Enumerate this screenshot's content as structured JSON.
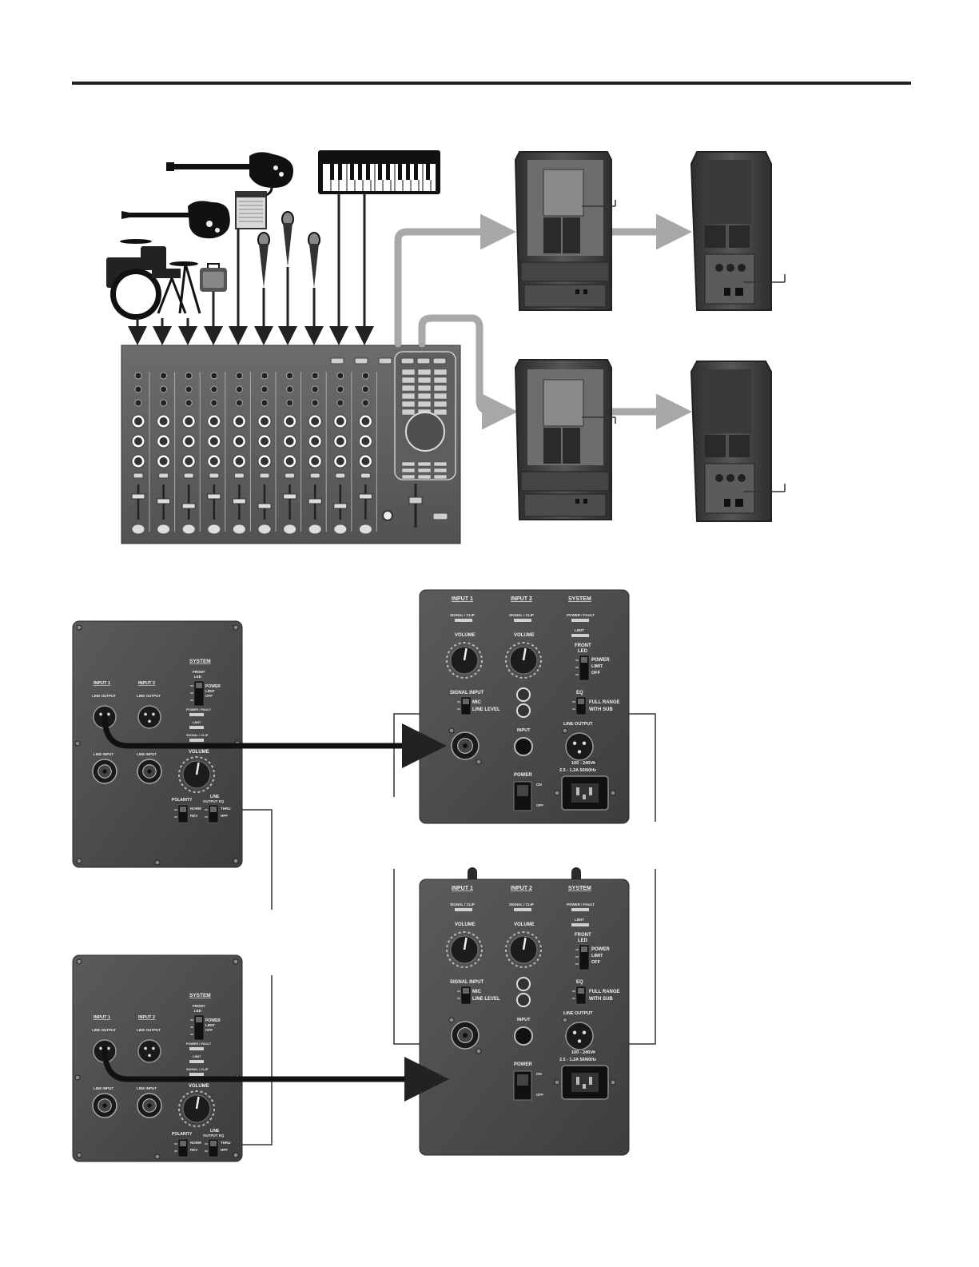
{
  "colors": {
    "panel": "#4f5052",
    "panel_dark": "#2a2a2b",
    "cable": "#111111",
    "signal_route": "#a8a8a8",
    "connector_line": "#333333"
  },
  "subwoofer_panel": {
    "system_title": "SYSTEM",
    "input1_title": "INPUT 1",
    "input2_title": "INPUT 2",
    "front_led_l1": "FRONT",
    "front_led_l2": "LED",
    "led_power": "POWER",
    "led_limit": "LIMIT",
    "led_off": "OFF",
    "line_output": "LINE OUTPUT",
    "line_input": "LINE INPUT",
    "power_fault": "POWER / FAULT",
    "limit": "LIMIT",
    "signal_clip": "SIGNAL / CLIP",
    "volume": "VOLUME",
    "polarity": "POLARITY",
    "norm": "NORM",
    "rev": "REV",
    "line_output_eq_l1": "LINE",
    "line_output_eq_l2": "OUTPUT EQ",
    "thru": "THRU",
    "hpf": "HPF"
  },
  "speaker_panel": {
    "input1_title": "INPUT 1",
    "input2_title": "INPUT 2",
    "system_title": "SYSTEM",
    "signal_clip": "SIGNAL / CLIP",
    "power_fault": "POWER / FAULT",
    "limit": "LIMIT",
    "volume": "VOLUME",
    "front_led_l1": "FRONT",
    "front_led_l2": "LED",
    "led_power": "POWER",
    "led_limit": "LIMIT",
    "led_off": "OFF",
    "signal_input": "SIGNAL INPUT",
    "mic": "MIC",
    "line_level": "LINE LEVEL",
    "input": "INPUT",
    "eq": "EQ",
    "full_range": "FULL RANGE",
    "with_sub": "WITH SUB",
    "line_output": "LINE OUTPUT",
    "power": "POWER",
    "on": "ON",
    "off": "OFF",
    "voltage": "100 - 240V~",
    "current": "2.5 - 1.2A    50/60Hz"
  }
}
